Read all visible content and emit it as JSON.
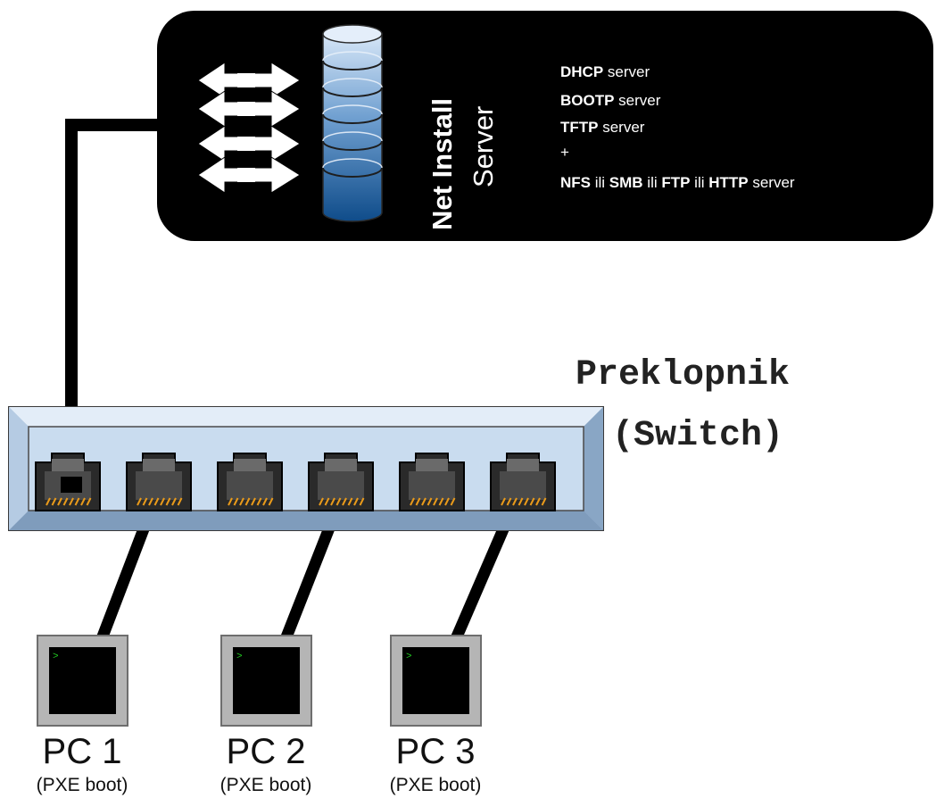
{
  "server": {
    "title_bold": "Net Install",
    "title_normal": "Server",
    "services": [
      {
        "parts": [
          {
            "text": "DHCP",
            "bold": true
          },
          {
            "text": " server",
            "bold": false
          }
        ]
      },
      {
        "parts": [
          {
            "text": "BOOTP",
            "bold": true
          },
          {
            "text": " server",
            "bold": false
          }
        ]
      },
      {
        "parts": [
          {
            "text": "TFTP",
            "bold": true
          },
          {
            "text": " server",
            "bold": false
          }
        ]
      },
      {
        "parts": [
          {
            "text": "+",
            "bold": false
          }
        ]
      },
      {
        "parts": [
          {
            "text": "NFS",
            "bold": true
          },
          {
            "text": " ili ",
            "bold": false
          },
          {
            "text": "SMB",
            "bold": true
          },
          {
            "text": " ili ",
            "bold": false
          },
          {
            "text": "FTP",
            "bold": true
          },
          {
            "text": " ili ",
            "bold": false
          },
          {
            "text": "HTTP",
            "bold": true
          },
          {
            "text": " server",
            "bold": false
          }
        ]
      }
    ]
  },
  "switch": {
    "label_line1": "Preklopnik",
    "label_line2": "(Switch)",
    "port_count": 6
  },
  "pcs": [
    {
      "name": "PC 1",
      "sub": "(PXE boot)",
      "prompt": ">"
    },
    {
      "name": "PC 2",
      "sub": "(PXE boot)",
      "prompt": ">"
    },
    {
      "name": "PC 3",
      "sub": "(PXE boot)",
      "prompt": ">"
    }
  ],
  "colors": {
    "server_bg": "#000000",
    "switch_face": "#c9dcef",
    "switch_bevel": "#9fb9d6",
    "port_body": "#2a2a2a",
    "port_pins": "#e89a1a",
    "cable": "#000000",
    "db_light": "#c7daf0",
    "db_dark": "#14528f"
  }
}
